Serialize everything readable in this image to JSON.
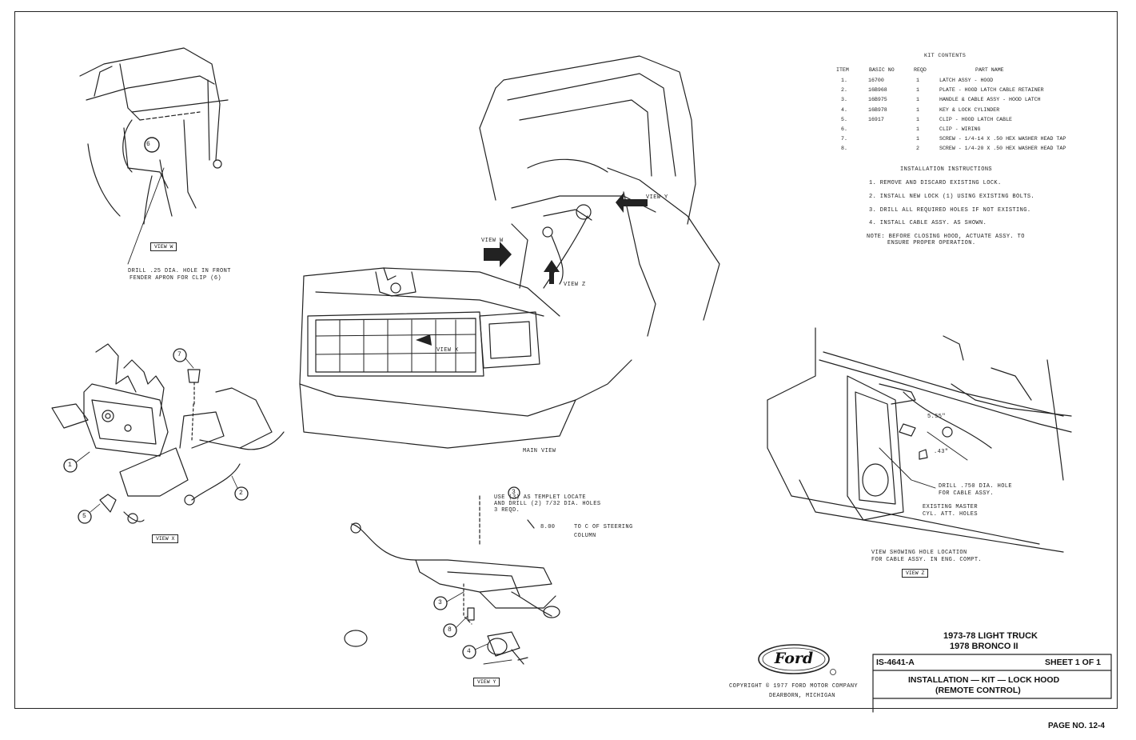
{
  "kit_contents": {
    "title": "KIT CONTENTS",
    "headers": {
      "item": "ITEM",
      "basic_no": "BASIC NO",
      "reqd": "REQD",
      "part_name": "PART NAME"
    },
    "rows": [
      {
        "item": "1.",
        "basic_no": "16700",
        "reqd": "1",
        "part_name": "LATCH ASSY - HOOD"
      },
      {
        "item": "2.",
        "basic_no": "16B968",
        "reqd": "1",
        "part_name": "PLATE - HOOD LATCH CABLE RETAINER"
      },
      {
        "item": "3.",
        "basic_no": "16B975",
        "reqd": "1",
        "part_name": "HANDLE & CABLE ASSY - HOOD LATCH"
      },
      {
        "item": "4.",
        "basic_no": "16B978",
        "reqd": "1",
        "part_name": "KEY & LOCK CYLINDER"
      },
      {
        "item": "5.",
        "basic_no": "16917",
        "reqd": "1",
        "part_name": "CLIP - HOOD LATCH CABLE"
      },
      {
        "item": "6.",
        "basic_no": "",
        "reqd": "1",
        "part_name": "CLIP - WIRING"
      },
      {
        "item": "7.",
        "basic_no": "",
        "reqd": "1",
        "part_name": "SCREW - 1/4-14 X .50 HEX WASHER HEAD TAP"
      },
      {
        "item": "8.",
        "basic_no": "",
        "reqd": "2",
        "part_name": "SCREW - 1/4-20 X .50 HEX WASHER HEAD TAP"
      }
    ]
  },
  "instructions": {
    "title": "INSTALLATION INSTRUCTIONS",
    "steps": [
      "1.  REMOVE AND DISCARD EXISTING LOCK.",
      "2.  INSTALL NEW LOCK (1) USING EXISTING BOLTS.",
      "3.  DRILL ALL REQUIRED HOLES IF NOT EXISTING.",
      "4.  INSTALL CABLE ASSY. AS SHOWN."
    ],
    "note_line1": "NOTE: BEFORE CLOSING HOOD, ACTUATE ASSY. TO",
    "note_line2": "ENSURE PROPER OPERATION."
  },
  "view_w": {
    "label": "VIEW W",
    "callout_line1": "DRILL .25 DIA. HOLE IN FRONT",
    "callout_line2": "FENDER APRON FOR CLIP (6)",
    "item": "6"
  },
  "view_x": {
    "label": "VIEW X",
    "items": [
      "1",
      "2",
      "5",
      "7"
    ]
  },
  "view_y": {
    "label": "VIEW Y",
    "templet_line1": "USE (3) AS TEMPLET LOCATE",
    "templet_line2": "AND DRILL (2) 7/32 DIA. HOLES",
    "templet_line3": "3 REQD.",
    "dimension": "8.00",
    "dim_line1": "TO C OF STEERING",
    "dim_line2": "COLUMN",
    "items": [
      "3",
      "8",
      "4"
    ]
  },
  "view_z": {
    "label": "VIEW Z",
    "dim1": "5.55\"",
    "dim2": ".43\"",
    "drill_line1": "DRILL .750 DIA. HOLE",
    "drill_line2": "FOR CABLE ASSY.",
    "master_line1": "EXISTING MASTER",
    "master_line2": "CYL. ATT. HOLES",
    "caption_line1": "VIEW SHOWING HOLE LOCATION",
    "caption_line2": "FOR CABLE ASSY. IN ENG. COMPT."
  },
  "main_view": {
    "label": "MAIN VIEW",
    "view_w": "VIEW W",
    "view_x": "VIEW X",
    "view_y": "VIEW Y",
    "view_z": "VIEW Z"
  },
  "title_block": {
    "vehicle_line1": "1973-78 LIGHT TRUCK",
    "vehicle_line2": "1978 BRONCO II",
    "number": "IS-4641-A",
    "sheet": "SHEET 1 OF 1",
    "title_line1": "INSTALLATION — KIT — LOCK HOOD",
    "title_line2": "(REMOTE CONTROL)"
  },
  "copyright": {
    "logo": "Ford",
    "line1": "COPYRIGHT © 1977 FORD MOTOR COMPANY",
    "line2": "DEARBORN, MICHIGAN"
  },
  "page_no": "PAGE NO. 12-4"
}
